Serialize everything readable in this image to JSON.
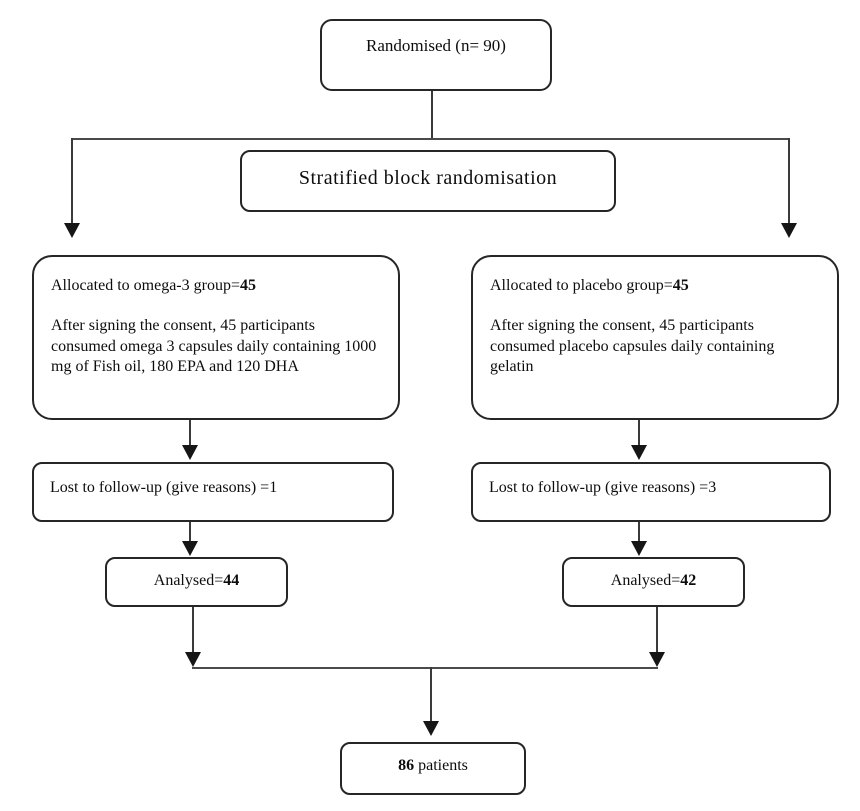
{
  "diagram": {
    "randomised": "Randomised (n= 90)",
    "stratified": "Stratified block randomisation",
    "omega": {
      "title_prefix": "Allocated to omega-3 group=",
      "title_value": "45",
      "body": "After signing the consent, 45 participants consumed omega 3 capsules daily containing 1000 mg of Fish oil, 180 EPA and 120 DHA"
    },
    "placebo": {
      "title_prefix": "Allocated to placebo group=",
      "title_value": "45",
      "body": "After signing the consent, 45 participants consumed placebo capsules daily containing gelatin"
    },
    "lost_omega": "Lost to follow-up (give reasons) =1",
    "lost_placebo": "Lost to follow-up (give reasons) =3",
    "analysed_omega": {
      "prefix": "Analysed=",
      "value": "44"
    },
    "analysed_placebo": {
      "prefix": "Analysed=",
      "value": "42"
    },
    "final": {
      "value": "86",
      "label": " patients"
    },
    "colors": {
      "ink": "#0d0d0d",
      "border": "#262626",
      "line": "#3a3a3a",
      "background": "#ffffff"
    }
  }
}
